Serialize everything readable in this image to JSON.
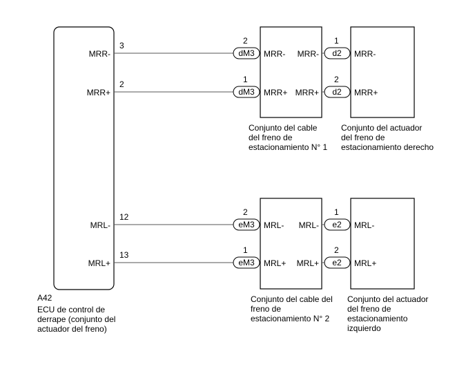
{
  "ecu": {
    "code": "A42",
    "name_lines": [
      "ECU de control de",
      "derrape (conjunto del",
      "actuador del freno)"
    ],
    "terminals": [
      {
        "label": "MRR-",
        "pin": "3"
      },
      {
        "label": "MRR+",
        "pin": "2"
      },
      {
        "label": "MRL-",
        "pin": "12"
      },
      {
        "label": "MRL+",
        "pin": "13"
      }
    ]
  },
  "cable_1": {
    "name_lines": [
      "Conjunto del cable",
      "del freno de",
      "estacionamiento N° 1"
    ],
    "input": {
      "connector": "dM3",
      "pins": [
        "2",
        "1"
      ],
      "labels": [
        "MRR-",
        "MRR+"
      ]
    },
    "output": {
      "labels": [
        "MRR-",
        "MRR+"
      ]
    }
  },
  "actuator_right": {
    "name_lines": [
      "Conjunto del actuador",
      "del freno de",
      "estacionamiento derecho"
    ],
    "input": {
      "connector": "d2",
      "pins": [
        "1",
        "2"
      ],
      "labels": [
        "MRR-",
        "MRR+"
      ]
    }
  },
  "cable_2": {
    "name_lines": [
      "Conjunto del cable del",
      "freno de",
      "estacionamiento N° 2"
    ],
    "input": {
      "connector": "eM3",
      "pins": [
        "2",
        "1"
      ],
      "labels": [
        "MRL-",
        "MRL+"
      ]
    },
    "output": {
      "labels": [
        "MRL-",
        "MRL+"
      ]
    }
  },
  "actuator_left": {
    "name_lines": [
      "Conjunto del actuador",
      "del freno de",
      "estacionamiento",
      "izquierdo"
    ],
    "input": {
      "connector": "e2",
      "pins": [
        "1",
        "2"
      ],
      "labels": [
        "MRL-",
        "MRL+"
      ]
    }
  }
}
